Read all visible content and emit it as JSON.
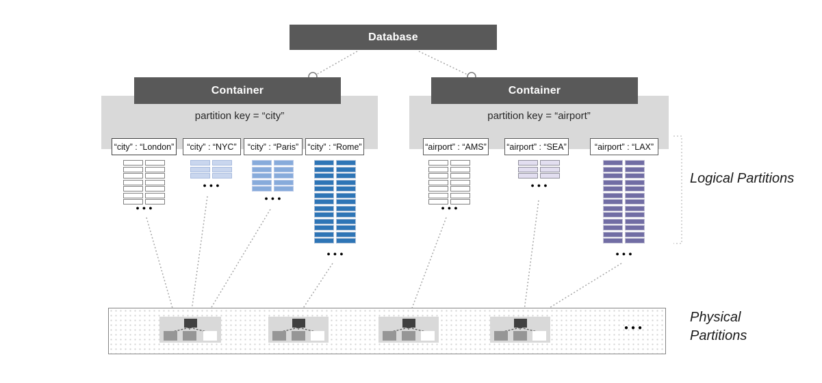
{
  "database": {
    "label": "Database"
  },
  "containers": [
    {
      "label": "Container",
      "partition_key": "partition key = “city”",
      "partitions": [
        {
          "label": "“city” : “London”",
          "rows": 7,
          "fill": "#ffffff",
          "border": "#808080"
        },
        {
          "label": "“city” : “NYC”",
          "rows": 3,
          "fill": "#c9d6ee",
          "border": "#a9bcdf"
        },
        {
          "label": "“city” : “Paris”",
          "rows": 5,
          "fill": "#87abdb",
          "border": "#b9c9e8"
        },
        {
          "label": "“city” : “Rome”",
          "rows": 13,
          "fill": "#2e75b6",
          "border": "#a9bdd6"
        }
      ]
    },
    {
      "label": "Container",
      "partition_key": "partition key = “airport”",
      "partitions": [
        {
          "label": "“airport” : “AMS”",
          "rows": 7,
          "fill": "#ffffff",
          "border": "#808080"
        },
        {
          "label": "“airport” : “SEA”",
          "rows": 3,
          "fill": "#e2def0",
          "border": "#908f9c"
        },
        {
          "label": "“airport” : “LAX”",
          "rows": 13,
          "fill": "#716da4",
          "border": "#c2c0d4"
        }
      ]
    }
  ],
  "ellipsis": "●●●",
  "labels": {
    "logical": "Logical Partitions",
    "physical": "Physical Partitions"
  },
  "colors": {
    "box_dark": "#595959",
    "band": "#d9d9d9",
    "rome_blue": "#2e75b6",
    "lax_purple": "#716da4"
  }
}
